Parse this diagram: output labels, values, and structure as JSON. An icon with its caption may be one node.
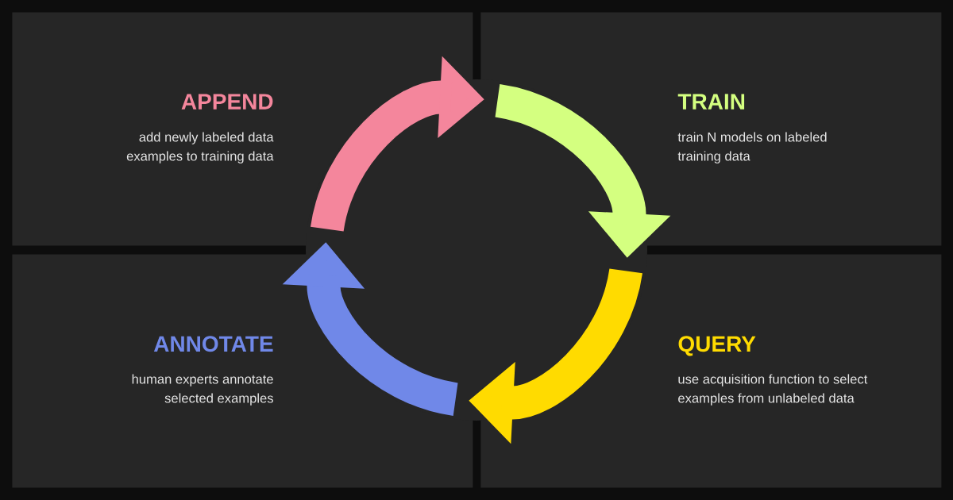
{
  "diagram": {
    "nodes": [
      {
        "text": [
          "APPEND",
          "add newly labeled data examples to training data"
        ]
      },
      {
        "text": [
          "TRAIN",
          "train N models on labeled training data"
        ]
      },
      {
        "text": [
          "ANNOTATE",
          "human experts annotate selected examples"
        ]
      },
      {
        "text": [
          "QUERY",
          "use acquisition function to select examples from unlabeled data"
        ]
      }
    ],
    "edges": [
      {
        "from": 0,
        "to": 1,
        "arrow": "to",
        "color": "#f4869c"
      },
      {
        "from": 1,
        "to": 3,
        "arrow": "to",
        "color": "#d4ff80"
      },
      {
        "from": 3,
        "to": 2,
        "arrow": "to",
        "color": "#ffdb00"
      },
      {
        "from": 2,
        "to": 0,
        "arrow": "to",
        "color": "#7088e8"
      }
    ]
  }
}
